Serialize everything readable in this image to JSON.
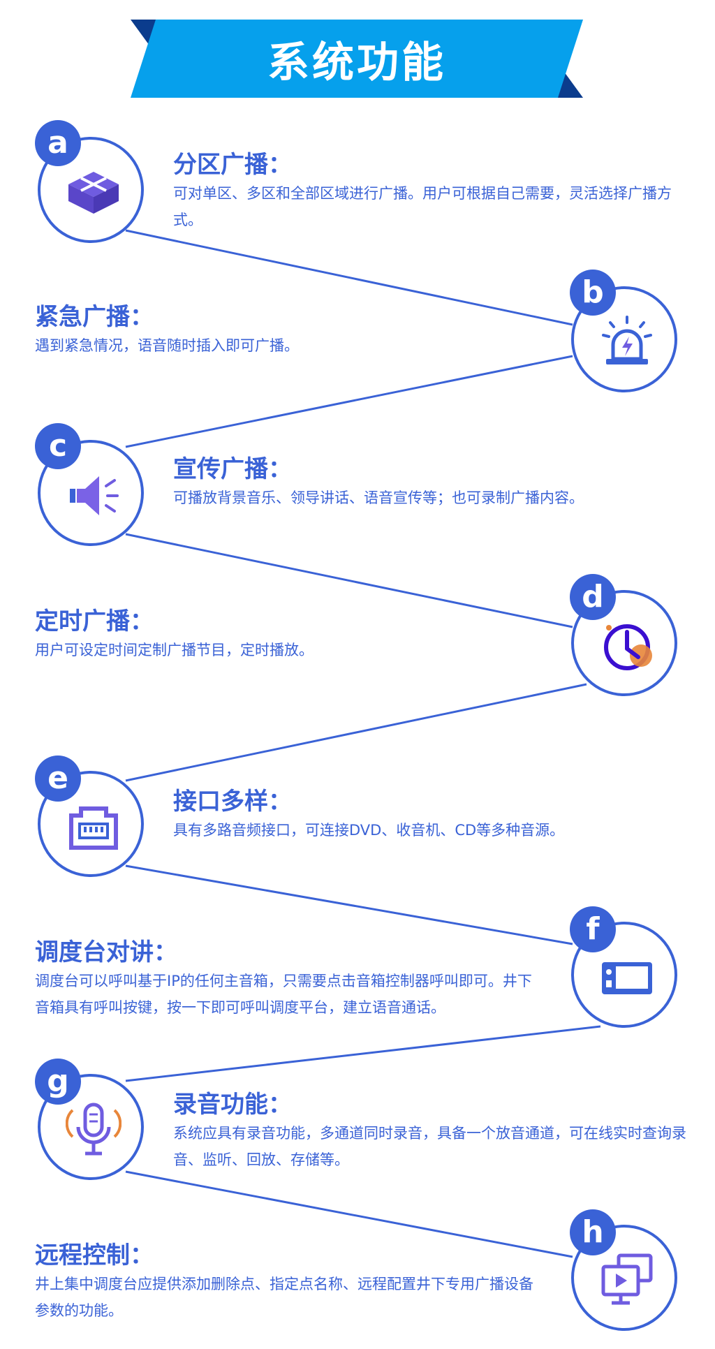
{
  "header": {
    "title": "系统功能"
  },
  "colors": {
    "primary": "#3a62d6",
    "banner": "#06a0ec",
    "banner_dark": "#0b3c8d",
    "icon_purple": "#6f5ce0",
    "icon_orange": "#e8863a"
  },
  "features": [
    {
      "badge": "a",
      "title": "分区广播：",
      "desc": "可对单区、多区和全部区域进行广播。用户可根据自己需要，灵活选择广播方式。",
      "icon": "zone-grid-icon"
    },
    {
      "badge": "b",
      "title": "紧急广播：",
      "desc": "遇到紧急情况，语音随时插入即可广播。",
      "icon": "alarm-light-icon"
    },
    {
      "badge": "c",
      "title": "宣传广播：",
      "desc": "可播放背景音乐、领导讲话、语音宣传等；也可录制广播内容。",
      "icon": "speaker-icon"
    },
    {
      "badge": "d",
      "title": "定时广播：",
      "desc": "用户可设定时间定制广播节目，定时播放。",
      "icon": "clock-icon"
    },
    {
      "badge": "e",
      "title": "接口多样：",
      "desc": "具有多路音频接口，可连接DVD、收音机、CD等多种音源。",
      "icon": "network-port-icon"
    },
    {
      "badge": "f",
      "title": "调度台对讲：",
      "desc": "调度台可以呼叫基于IP的任何主音箱，只需要点击音箱控制器呼叫即可。井下音箱具有呼叫按键，按一下即可呼叫调度平台，建立语音通话。",
      "icon": "dispatch-console-icon"
    },
    {
      "badge": "g",
      "title": "录音功能：",
      "desc": "系统应具有录音功能，多通道同时录音，具备一个放音通道，可在线实时查询录音、监听、回放、存储等。",
      "icon": "microphone-icon"
    },
    {
      "badge": "h",
      "title": "远程控制：",
      "desc": "井上集中调度台应提供添加删除点、指定点名称、远程配置井下专用广播设备参数的功能。",
      "icon": "remote-screen-icon"
    }
  ]
}
